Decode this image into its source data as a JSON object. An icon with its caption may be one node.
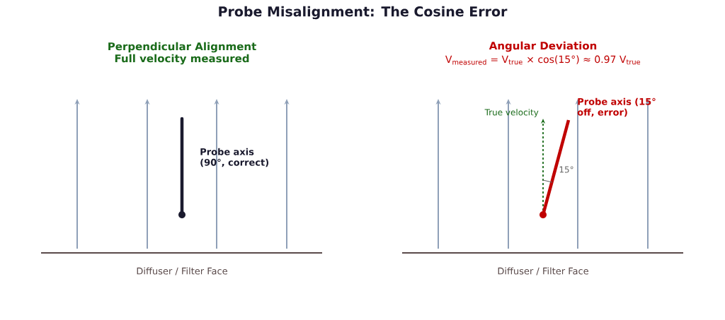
{
  "diagram": {
    "title": "Probe Misalignment: The Cosine Error",
    "labels": [
      "Perpendicular Alignment",
      "Full velocity measured",
      "Angular Deviation",
      "V$_{measured}$ = V$_{true}$ × cos(15°) ≈ 0.97 V$_{true}$",
      "Probe axis (15° off, error)",
      "True velocity",
      "Probe axis (90°, correct)",
      "15°",
      "Diffuser / Filter Face",
      "Diffuser / Filter Face"
    ]
  }
}
